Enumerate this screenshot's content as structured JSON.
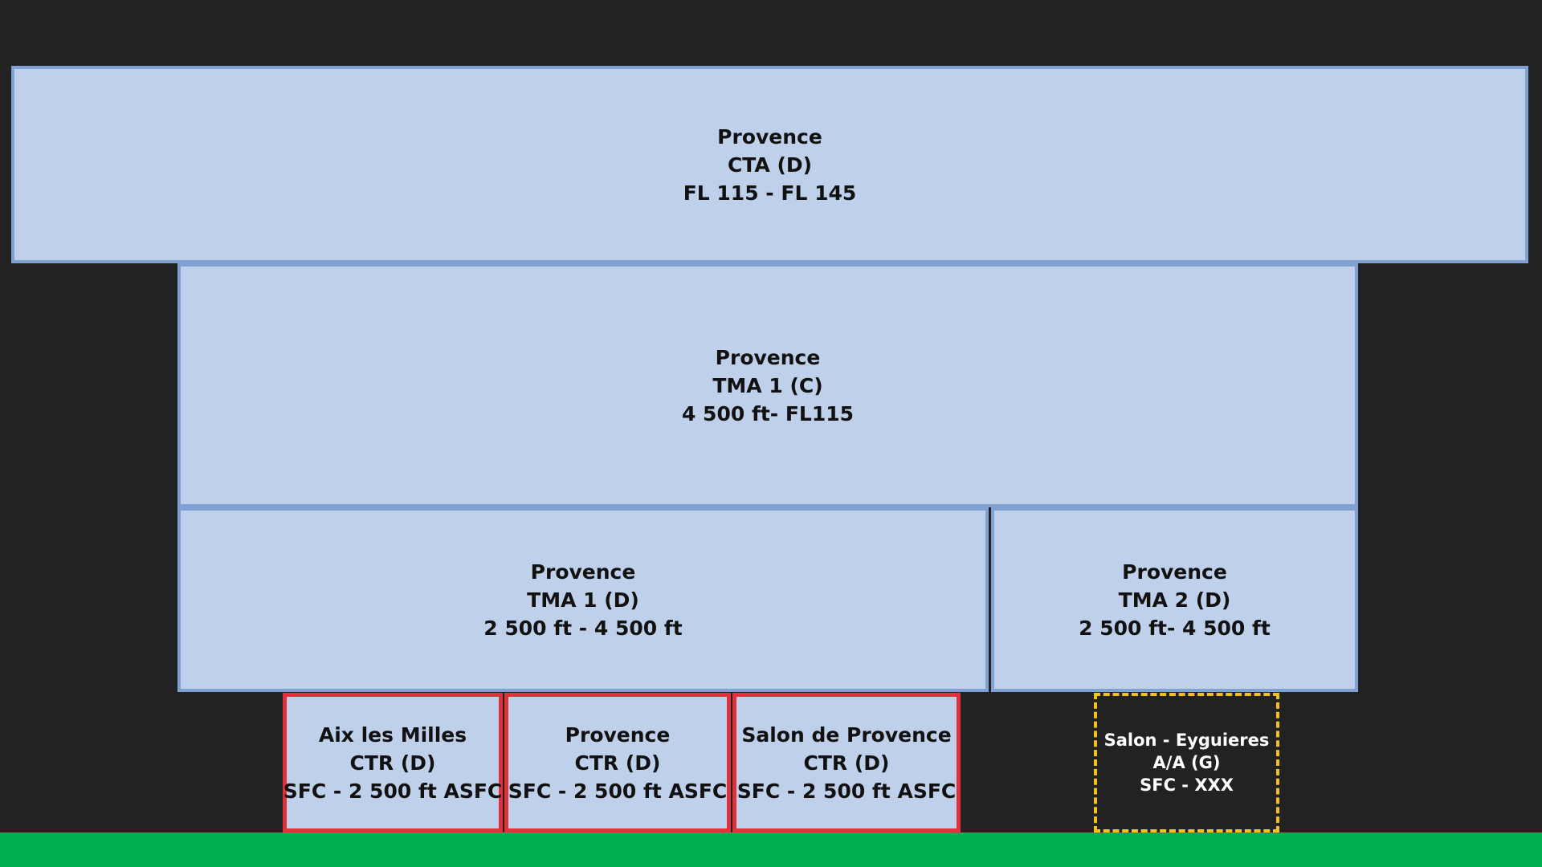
{
  "colors": {
    "background": "#222222",
    "zone_fill": "#bfd0ea",
    "zone_border": "#7fa1d4",
    "ctr_border": "#e0303a",
    "aerodrome_border": "#f2c21b",
    "ground": "#00b050"
  },
  "zones": {
    "cta": {
      "name": "Provence",
      "class": "CTA (D)",
      "limits": "FL 115 - FL 145"
    },
    "tma1_c": {
      "name": "Provence",
      "class": "TMA 1 (C)",
      "limits": "4 500 ft- FL115"
    },
    "tma1_d": {
      "name": "Provence",
      "class": "TMA 1 (D)",
      "limits": "2 500 ft - 4 500 ft"
    },
    "tma2_d": {
      "name": "Provence",
      "class": "TMA 2 (D)",
      "limits": "2 500 ft- 4 500 ft"
    },
    "ctr_aix": {
      "name": "Aix les Milles",
      "class": "CTR (D)",
      "limits": "SFC - 2 500 ft ASFC"
    },
    "ctr_provence": {
      "name": "Provence",
      "class": "CTR (D)",
      "limits": "SFC - 2 500 ft ASFC"
    },
    "ctr_salon": {
      "name": "Salon de Provence",
      "class": "CTR (D)",
      "limits": "SFC - 2 500 ft ASFC"
    },
    "aa_eyguieres": {
      "name": "Salon - Eyguieres",
      "class": "A/A (G)",
      "limits": "SFC - XXX"
    }
  }
}
